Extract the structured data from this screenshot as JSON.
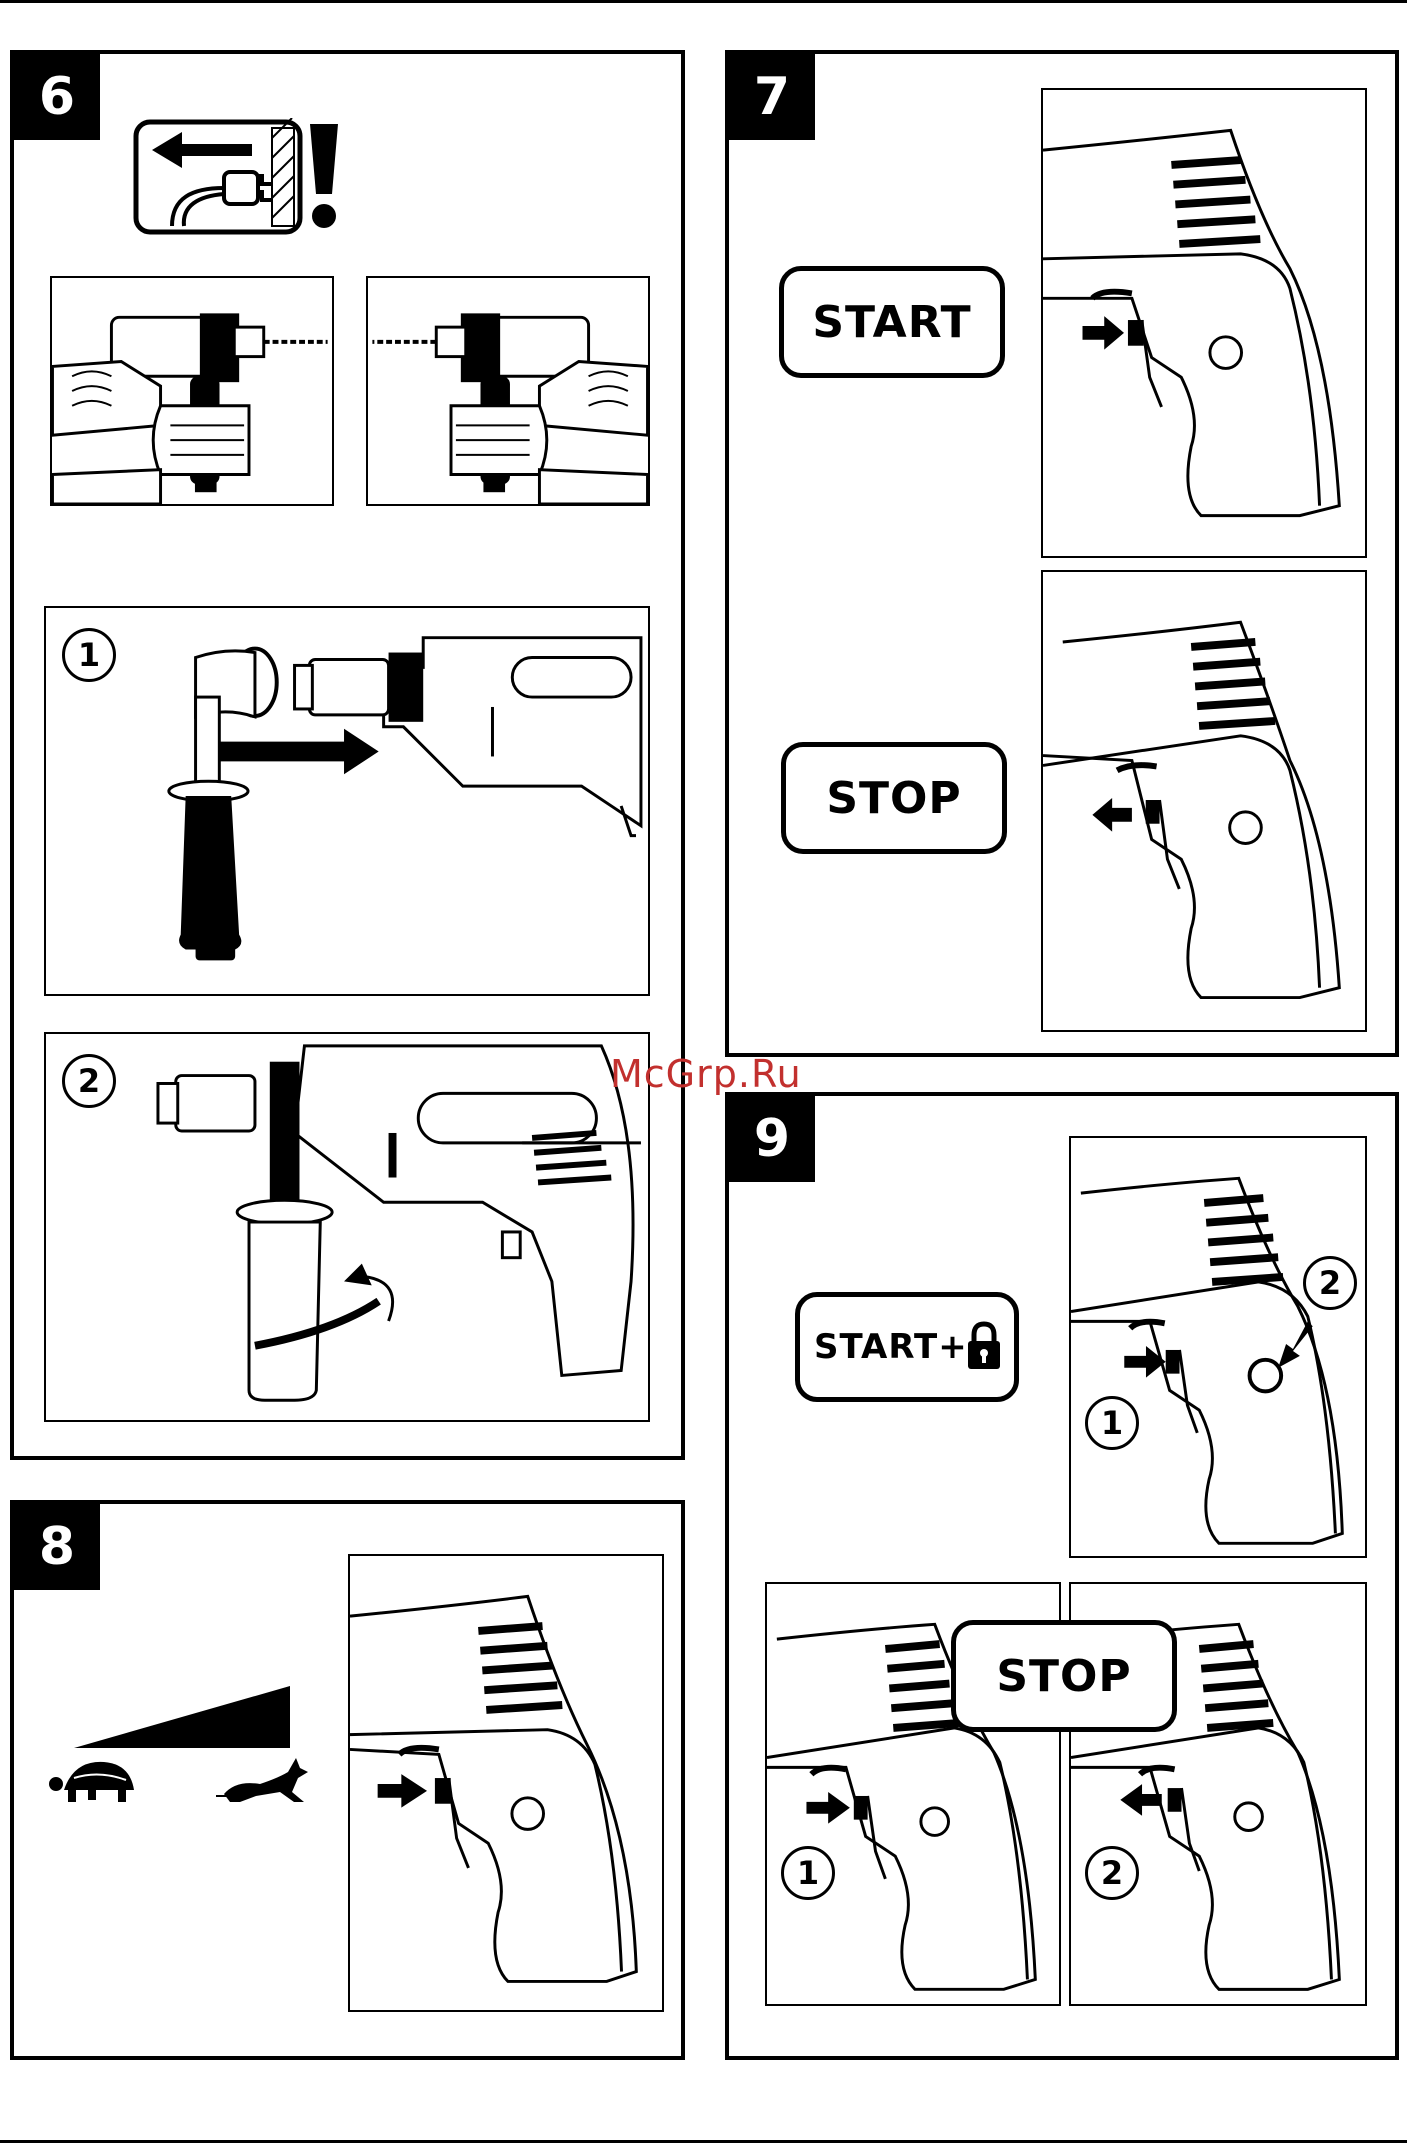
{
  "sections": [
    {
      "number": "6"
    },
    {
      "number": "7"
    },
    {
      "number": "8"
    },
    {
      "number": "9"
    }
  ],
  "labels": {
    "start": "START",
    "stop": "STOP",
    "start_lock": "START+",
    "stop_9": "STOP"
  },
  "steps": {
    "s6_step1": "1",
    "s6_step2": "2",
    "s9_top_2": "2",
    "s9_top_1": "1",
    "s9_bl_1": "1",
    "s9_br_2": "2"
  },
  "watermark": "McGrp.Ru",
  "icons": {
    "unplug": "unplug-warning-icon",
    "exclamation": "exclamation-icon",
    "tortoise": "tortoise-icon",
    "hare": "hare-icon",
    "lock": "padlock-icon"
  },
  "colors": {
    "ink": "#000000",
    "paper": "#ffffff",
    "watermark": "#c2302e"
  }
}
